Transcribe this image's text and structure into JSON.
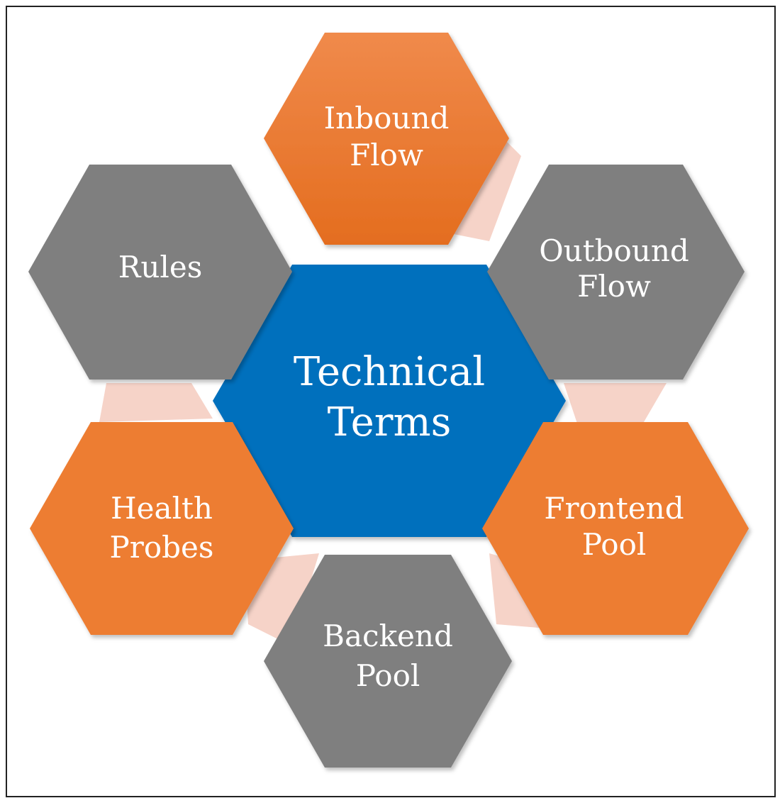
{
  "diagram": {
    "center": {
      "line1": "Technical",
      "line2": "Terms",
      "color": "#0470bd"
    },
    "nodes": [
      {
        "id": "inbound-flow",
        "line1": "Inbound",
        "line2": "Flow",
        "color": "#ed7d31"
      },
      {
        "id": "outbound-flow",
        "line1": "Outbound",
        "line2": "Flow",
        "color": "#7f7f7f"
      },
      {
        "id": "frontend-pool",
        "line1": "Frontend",
        "line2": "Pool",
        "color": "#ed7d31"
      },
      {
        "id": "backend-pool",
        "line1": "Backend",
        "line2": "Pool",
        "color": "#7f7f7f"
      },
      {
        "id": "health-probes",
        "line1": "Health",
        "line2": "Probes",
        "color": "#ed7d31"
      },
      {
        "id": "rules",
        "line1": "Rules",
        "line2": "",
        "color": "#7f7f7f"
      }
    ],
    "connector_color": "#f6d3c8"
  }
}
